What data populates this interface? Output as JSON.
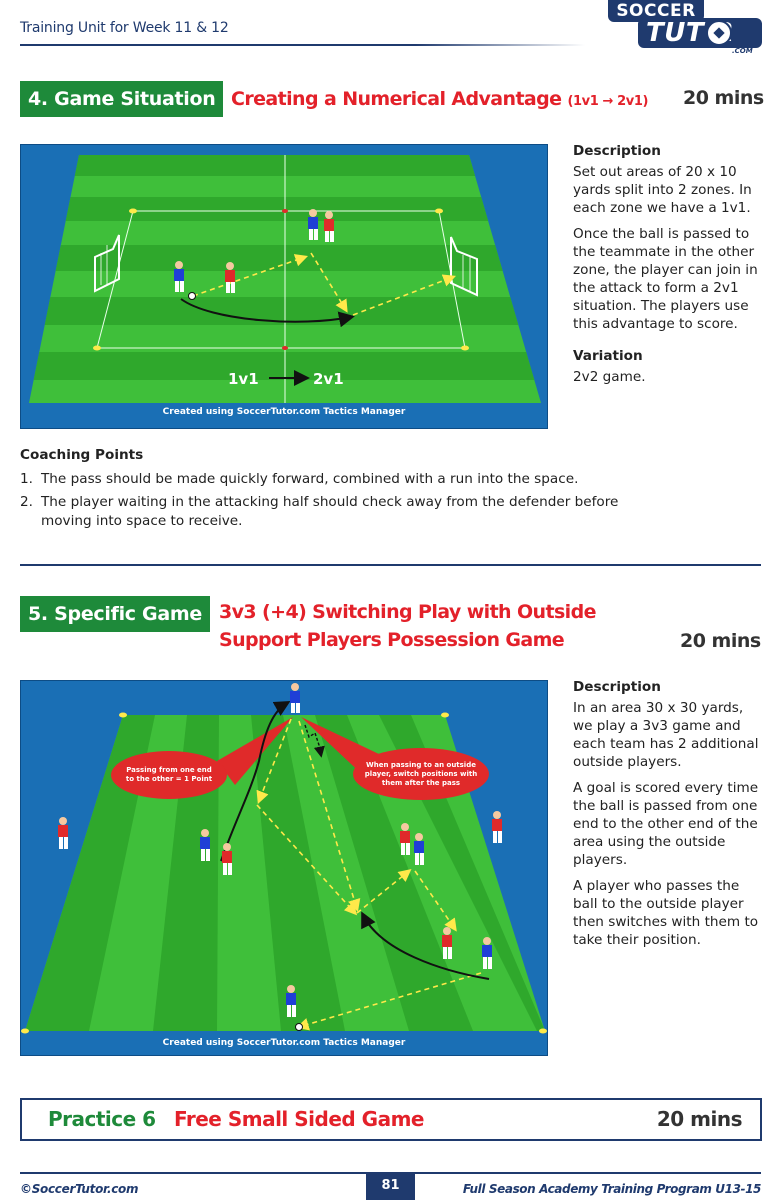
{
  "header": {
    "title": "Training Unit for Week 11 & 12",
    "logo_top": "SOCCER",
    "logo_bottom": "TUT R",
    "logo_com": ".COM"
  },
  "section4": {
    "tag": "4. Game Situation",
    "title": "Creating a Numerical Advantage",
    "title_small": "(1v1 → 2v1)",
    "time": "20 mins",
    "diagram_label_left": "1v1",
    "diagram_label_right": "2v1",
    "credit": "Created using SoccerTutor.com Tactics Manager",
    "description_heading": "Description",
    "description_p1": "Set out areas of 20 x 10 yards split into 2 zones. In each zone we have a 1v1.",
    "description_p2": "Once the ball is passed to the teammate in the other zone, the player can join in the attack to form a 2v1 situation. The players use this advantage to score.",
    "variation_heading": "Variation",
    "variation_text": "2v2 game.",
    "coaching_heading": "Coaching Points",
    "coaching_points": [
      {
        "num": "1.",
        "text": "The pass should be made quickly forward, combined with a run into the space."
      },
      {
        "num": "2.",
        "text": "The player waiting in the attacking half should check away from the defender before moving into space to receive."
      }
    ]
  },
  "section5": {
    "tag": "5. Specific Game",
    "title_line1": "3v3 (+4) Switching Play with Outside",
    "title_line2": "Support Players Possession Game",
    "time": "20 mins",
    "bubble_left_line1": "Passing from one end",
    "bubble_left_line2": "to the other = 1 Point",
    "bubble_right_line1": "When passing to an outside",
    "bubble_right_line2": "player, switch positions with",
    "bubble_right_line3": "them after the pass",
    "credit": "Created using SoccerTutor.com Tactics Manager",
    "description_heading": "Description",
    "description_p1": "In an area 30 x 30 yards, we play a 3v3 game and each team has 2 additional outside players.",
    "description_p2": "A goal is scored every time the ball is passed from one end to the other end of the area using the outside players.",
    "description_p3": "A player who passes the ball to the outside player then switches with them to take their position."
  },
  "practice6": {
    "label": "Practice 6",
    "title": "Free Small Sided Game",
    "time": "20 mins"
  },
  "footer": {
    "left": "©SoccerTutor.com",
    "page": "81",
    "right": "Full Season Academy Training Program U13-15"
  },
  "colors": {
    "navy": "#1f3a6e",
    "green_tag": "#1e8a3a",
    "red_title": "#e3212a",
    "pitch_light": "#3fbf3a",
    "pitch_dark": "#2fa82c",
    "diagram_bg": "#1a6fb5",
    "team_blue": "#1f3fd6",
    "team_red": "#e02a2a"
  }
}
